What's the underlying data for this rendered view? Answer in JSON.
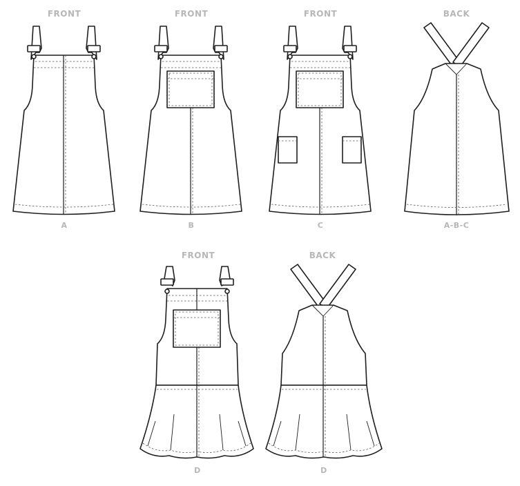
{
  "views": [
    {
      "id": "a-front",
      "view_label": "FRONT",
      "variant_label": "A"
    },
    {
      "id": "b-front",
      "view_label": "FRONT",
      "variant_label": "B"
    },
    {
      "id": "c-front",
      "view_label": "FRONT",
      "variant_label": "C"
    },
    {
      "id": "abc-back",
      "view_label": "BACK",
      "variant_label": "A-B-C"
    },
    {
      "id": "d-front",
      "view_label": "FRONT",
      "variant_label": "D"
    },
    {
      "id": "d-back",
      "view_label": "BACK",
      "variant_label": "D"
    }
  ],
  "colors": {
    "line": "#1e1e1e",
    "label": "#b7b7b7",
    "background": "#ffffff"
  }
}
